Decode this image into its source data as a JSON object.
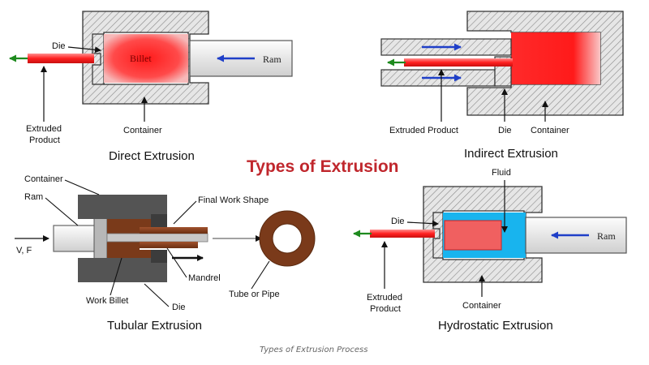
{
  "title": "Types of Extrusion",
  "caption": "Types of Extrusion Process",
  "direct": {
    "title": "Direct Extrusion",
    "die": "Die",
    "billet": "Billet",
    "ram": "Ram",
    "extruded_1": "Extruded",
    "extruded_2": "Product",
    "container": "Container"
  },
  "indirect": {
    "title": "Indirect Extrusion",
    "extruded": "Extruded Product",
    "die": "Die",
    "container": "Container"
  },
  "tubular": {
    "title": "Tubular Extrusion",
    "container": "Container",
    "ram": "Ram",
    "vf": "V, F",
    "final_shape": "Final Work Shape",
    "mandrel": "Mandrel",
    "work_billet": "Work Billet",
    "die": "Die",
    "tube": "Tube or Pipe"
  },
  "hydrostatic": {
    "title": "Hydrostatic Extrusion",
    "fluid": "Fluid",
    "die": "Die",
    "ram": "Ram",
    "extruded_1": "Extruded",
    "extruded_2": "Product",
    "container": "Container"
  },
  "colors": {
    "title": "#c0272d",
    "billet": "#ff1a1a",
    "fluid": "#18b4ee",
    "tubular_billet": "#7a3a1a",
    "arrow_blue": "#1f3fc8",
    "arrow_green": "#1e8a1e"
  }
}
